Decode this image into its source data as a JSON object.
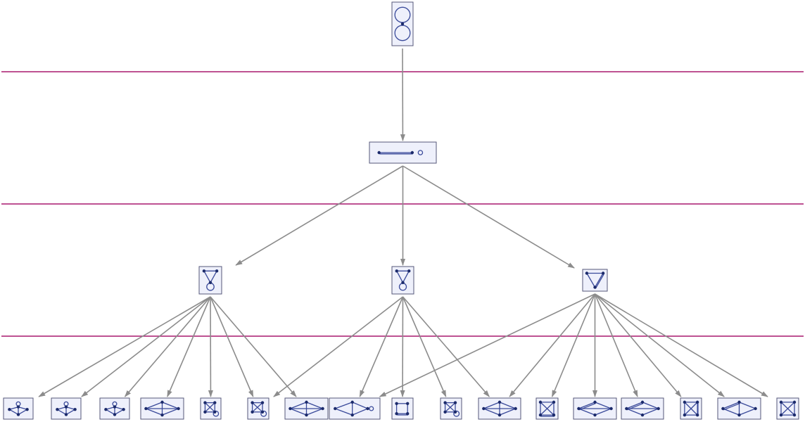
{
  "colors": {
    "separator": "#a8186f",
    "edge": "#8c8c8c",
    "node_fill": "#eef0fb",
    "node_border": "#56577a",
    "graph_line": "#3a4a9a",
    "graph_vertex": "#1b2a6b"
  },
  "levels": [
    {
      "id": "L0",
      "nodes": [
        "n0"
      ]
    },
    {
      "id": "L1",
      "nodes": [
        "n1"
      ]
    },
    {
      "id": "L2",
      "nodes": [
        "n2a",
        "n2b",
        "n2c"
      ]
    },
    {
      "id": "L3",
      "nodes": [
        "c1",
        "c2",
        "c3",
        "c4",
        "c5",
        "c6",
        "c7",
        "c8",
        "c9",
        "c10",
        "c11",
        "c12",
        "c13",
        "c14",
        "c15",
        "c16",
        "c17"
      ]
    }
  ],
  "edges": [
    [
      "n0",
      "n1"
    ],
    [
      "n1",
      "n2a"
    ],
    [
      "n1",
      "n2b"
    ],
    [
      "n1",
      "n2c"
    ],
    [
      "n2a",
      "c1"
    ],
    [
      "n2a",
      "c2"
    ],
    [
      "n2a",
      "c3"
    ],
    [
      "n2a",
      "c4"
    ],
    [
      "n2a",
      "c5"
    ],
    [
      "n2a",
      "c6"
    ],
    [
      "n2a",
      "c7"
    ],
    [
      "n2b",
      "c6"
    ],
    [
      "n2b",
      "c8"
    ],
    [
      "n2b",
      "c9"
    ],
    [
      "n2b",
      "c10"
    ],
    [
      "n2b",
      "c11"
    ],
    [
      "n2c",
      "c8"
    ],
    [
      "n2c",
      "c11"
    ],
    [
      "n2c",
      "c12"
    ],
    [
      "n2c",
      "c13"
    ],
    [
      "n2c",
      "c14"
    ],
    [
      "n2c",
      "c15"
    ],
    [
      "n2c",
      "c16"
    ],
    [
      "n2c",
      "c17"
    ]
  ]
}
